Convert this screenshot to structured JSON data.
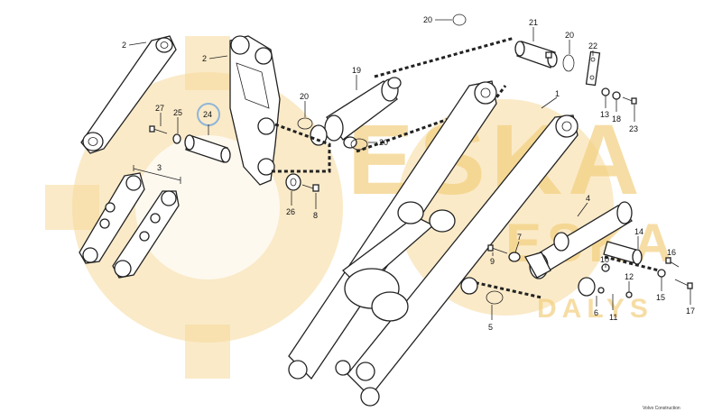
{
  "watermark": {
    "big": "ESKA",
    "small_top": "ESKA",
    "small_bottom": "DALYS"
  },
  "footer_text": "Volvo Construction",
  "highlight_color": "#8fb6d8",
  "callouts": [
    {
      "id": "c2a",
      "text": "2"
    },
    {
      "id": "c2b",
      "text": "2"
    },
    {
      "id": "c3",
      "text": "3"
    },
    {
      "id": "c27",
      "text": "27"
    },
    {
      "id": "c25",
      "text": "25"
    },
    {
      "id": "c24",
      "text": "24"
    },
    {
      "id": "c26",
      "text": "26"
    },
    {
      "id": "c8",
      "text": "8"
    },
    {
      "id": "c20a",
      "text": "20"
    },
    {
      "id": "c20b",
      "text": "20"
    },
    {
      "id": "c20c",
      "text": "20"
    },
    {
      "id": "c20d",
      "text": "20"
    },
    {
      "id": "c19",
      "text": "19"
    },
    {
      "id": "c21",
      "text": "21"
    },
    {
      "id": "c22",
      "text": "22"
    },
    {
      "id": "c1",
      "text": "1"
    },
    {
      "id": "c13",
      "text": "13"
    },
    {
      "id": "c18",
      "text": "18"
    },
    {
      "id": "c23",
      "text": "23"
    },
    {
      "id": "c4",
      "text": "4"
    },
    {
      "id": "c7",
      "text": "7"
    },
    {
      "id": "c9",
      "text": "9"
    },
    {
      "id": "c14",
      "text": "14"
    },
    {
      "id": "c16",
      "text": "16"
    },
    {
      "id": "c10",
      "text": "10"
    },
    {
      "id": "c12",
      "text": "12"
    },
    {
      "id": "c15",
      "text": "15"
    },
    {
      "id": "c17",
      "text": "17"
    },
    {
      "id": "c6",
      "text": "6"
    },
    {
      "id": "c11",
      "text": "11"
    },
    {
      "id": "c5",
      "text": "5"
    }
  ]
}
